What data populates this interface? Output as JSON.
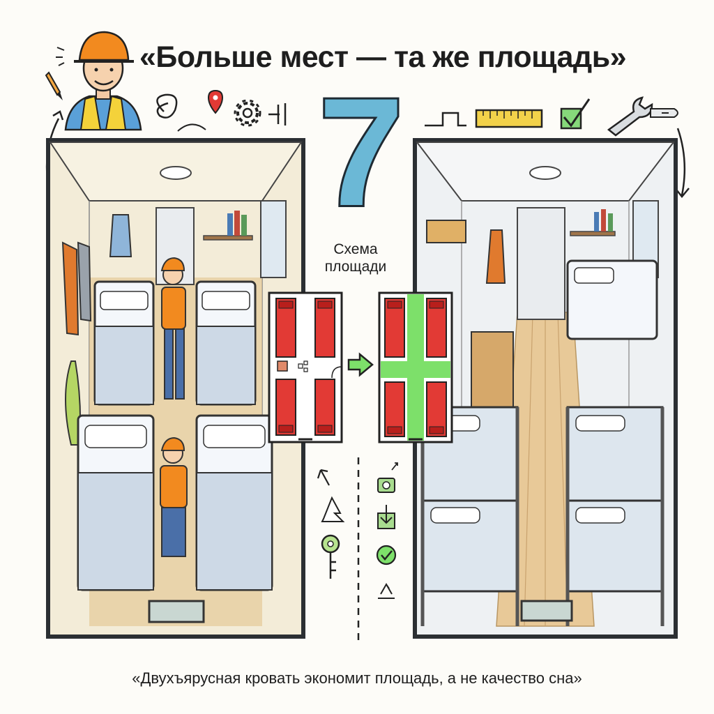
{
  "header": {
    "title": "«Больше мест — та же площадь»"
  },
  "badge": {
    "number": "7"
  },
  "scheme": {
    "label_line1": "Схема",
    "label_line2": "площади"
  },
  "footer": {
    "caption": "«Двухъярусная кровать экономит площадь, а не качество сна»"
  },
  "colors": {
    "accent_blue": "#6bb8d6",
    "bed_red": "#e23a35",
    "free_green": "#7de06a",
    "outline": "#2b2f33"
  },
  "icons": {
    "header_left": [
      "pencil-icon",
      "swirl-icon",
      "location-pin-icon",
      "gear-icon"
    ],
    "header_right": [
      "ruler-icon",
      "checkbox-icon",
      "wrench-icon"
    ],
    "side_column": [
      "arrow-icon",
      "tape-icon",
      "key-icon",
      "camera-icon",
      "download-icon",
      "check-circle-icon",
      "recycle-icon"
    ]
  }
}
